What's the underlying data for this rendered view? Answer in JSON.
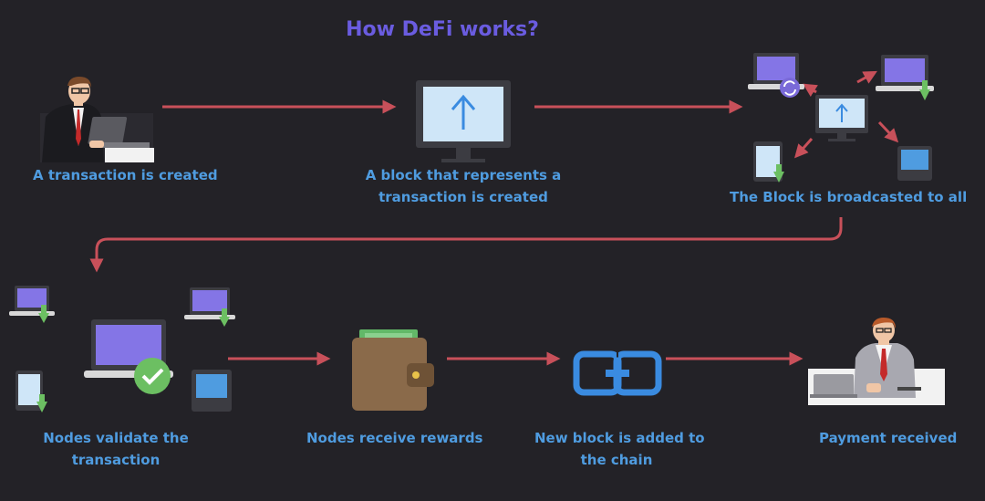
{
  "title": "How DeFi works?",
  "colors": {
    "background": "#232227",
    "title": "#6a5ce0",
    "label": "#4f9ce0",
    "arrow": "#c8505a",
    "screen_purple": "#8475e6",
    "screen_blue": "#cfe6f8",
    "check_green": "#6cbf62",
    "wallet": "#8a6a4a",
    "chain": "#3a8be0"
  },
  "steps": [
    {
      "label": "A transaction is created",
      "icon": "person-with-laptop-icon"
    },
    {
      "label_lines": [
        "A block that represents a",
        "transaction is created"
      ],
      "icon": "block-monitor-icon"
    },
    {
      "label": "The Block is broadcasted to all",
      "icon": "broadcast-network-icon"
    },
    {
      "label_lines": [
        "Nodes validate the",
        "transaction"
      ],
      "icon": "validated-node-icon"
    },
    {
      "label": "Nodes receive rewards",
      "icon": "wallet-icon"
    },
    {
      "label_lines": [
        "New block is added to",
        "the chain"
      ],
      "icon": "chain-link-icon"
    },
    {
      "label": "Payment received",
      "icon": "person-at-desk-icon"
    }
  ]
}
